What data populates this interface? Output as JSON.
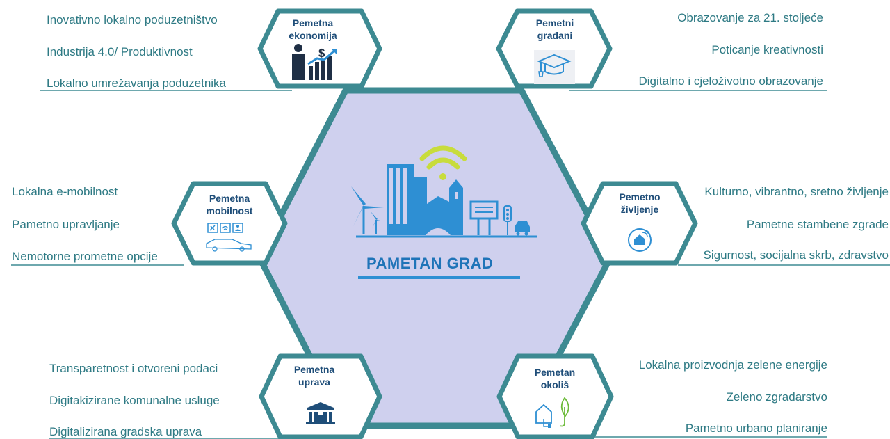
{
  "center": {
    "title": "PAMETAN GRAD"
  },
  "colors": {
    "teal": "#3d8a92",
    "center_fill": "#cfd0ee",
    "city_blue": "#2e8fd3",
    "wifi": "#c8dc3c",
    "label": "#1f4e79",
    "text": "#2e7a84"
  },
  "categories": {
    "economy": {
      "title": [
        "Pemetna",
        "ekonomija"
      ],
      "icon": "business-growth-icon",
      "items": [
        "Inovativno lokalno poduzetništvo",
        "Industrija 4.0/ Produktivnost",
        "Lokalno umrežavanja poduzetnika"
      ]
    },
    "citizens": {
      "title": [
        "Pemetni",
        "građani"
      ],
      "icon": "graduation-cap-icon",
      "items": [
        "Obrazovanje za 21. stoljeće",
        "Poticanje kreativnosti",
        "Digitalno i cjeloživotno obrazovanje"
      ]
    },
    "mobility": {
      "title": [
        "Pemetna",
        "mobilnost"
      ],
      "icon": "electric-car-icon",
      "items": [
        "Lokalna e-mobilnost",
        "Pametno upravljanje",
        "Nemotorne prometne opcije"
      ]
    },
    "living": {
      "title": [
        "Pemetno",
        "življenje"
      ],
      "icon": "smart-home-icon",
      "items": [
        "Kulturno, vibrantno, sretno življenje",
        "Pametne stambene zgrade",
        "Sigurnost, socijalna skrb, zdravstvo"
      ]
    },
    "governance": {
      "title": [
        "Pemetna",
        "uprava"
      ],
      "icon": "government-building-icon",
      "items": [
        "Transparetnost i otvoreni podaci",
        "Digitakizirane komunalne usluge",
        "Digitalizirana gradska uprava"
      ]
    },
    "environment": {
      "title": [
        "Pemetan",
        "okoliš"
      ],
      "icon": "green-house-plug-icon",
      "items": [
        "Lokalna proizvodnja zelene energije",
        "Zeleno zgradarstvo",
        "Pametno urbano planiranje"
      ]
    }
  }
}
